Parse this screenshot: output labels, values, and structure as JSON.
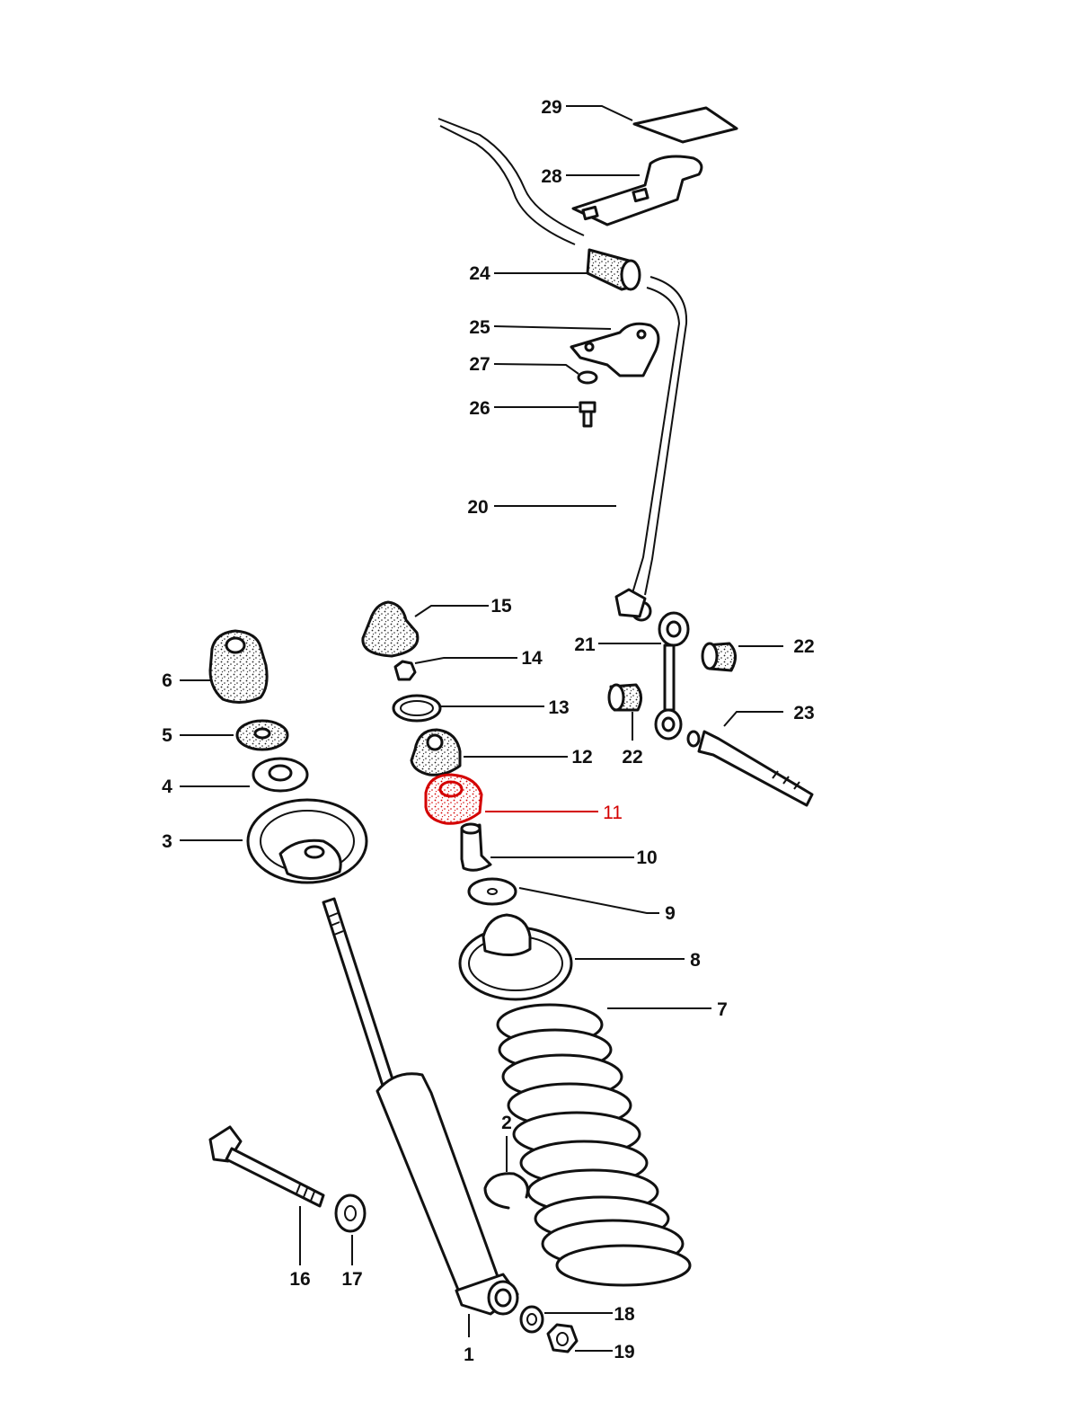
{
  "diagram": {
    "highlight_color": "#d40000",
    "line_color": "#111111",
    "labels": [
      {
        "id": "1",
        "text": "1"
      },
      {
        "id": "2",
        "text": "2"
      },
      {
        "id": "3",
        "text": "3"
      },
      {
        "id": "4",
        "text": "4"
      },
      {
        "id": "5",
        "text": "5"
      },
      {
        "id": "6",
        "text": "6"
      },
      {
        "id": "7",
        "text": "7"
      },
      {
        "id": "8",
        "text": "8"
      },
      {
        "id": "9",
        "text": "9"
      },
      {
        "id": "10",
        "text": "10"
      },
      {
        "id": "11",
        "text": "11",
        "highlighted": true
      },
      {
        "id": "12",
        "text": "12"
      },
      {
        "id": "13",
        "text": "13"
      },
      {
        "id": "14",
        "text": "14"
      },
      {
        "id": "15",
        "text": "15"
      },
      {
        "id": "16",
        "text": "16"
      },
      {
        "id": "17",
        "text": "17"
      },
      {
        "id": "18",
        "text": "18"
      },
      {
        "id": "19",
        "text": "19"
      },
      {
        "id": "20",
        "text": "20"
      },
      {
        "id": "21",
        "text": "21"
      },
      {
        "id": "22a",
        "text": "22"
      },
      {
        "id": "22b",
        "text": "22"
      },
      {
        "id": "23",
        "text": "23"
      },
      {
        "id": "24",
        "text": "24"
      },
      {
        "id": "25",
        "text": "25"
      },
      {
        "id": "26",
        "text": "26"
      },
      {
        "id": "27",
        "text": "27"
      },
      {
        "id": "28",
        "text": "28"
      },
      {
        "id": "29",
        "text": "29"
      }
    ]
  }
}
